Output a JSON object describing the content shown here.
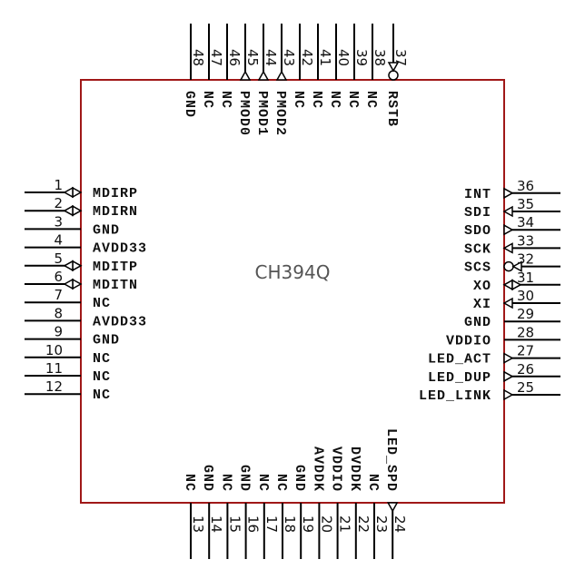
{
  "component": {
    "name": "CH394Q",
    "colors": {
      "body_outline": "#a01818",
      "pin": "#000000",
      "text": "#111111",
      "part_name": "#555555"
    }
  },
  "pins": {
    "left": [
      {
        "number": "1",
        "name": "MDIRP",
        "type": "bidirectional"
      },
      {
        "number": "2",
        "name": "MDIRN",
        "type": "bidirectional"
      },
      {
        "number": "3",
        "name": "GND",
        "type": "passive"
      },
      {
        "number": "4",
        "name": "AVDD33",
        "type": "passive"
      },
      {
        "number": "5",
        "name": "MDITP",
        "type": "bidirectional"
      },
      {
        "number": "6",
        "name": "MDITN",
        "type": "bidirectional"
      },
      {
        "number": "7",
        "name": "NC",
        "type": "passive"
      },
      {
        "number": "8",
        "name": "AVDD33",
        "type": "passive"
      },
      {
        "number": "9",
        "name": "GND",
        "type": "passive"
      },
      {
        "number": "10",
        "name": "NC",
        "type": "passive"
      },
      {
        "number": "11",
        "name": "NC",
        "type": "passive"
      },
      {
        "number": "12",
        "name": "NC",
        "type": "passive"
      }
    ],
    "bottom": [
      {
        "number": "13",
        "name": "NC",
        "type": "passive"
      },
      {
        "number": "14",
        "name": "GND",
        "type": "passive"
      },
      {
        "number": "15",
        "name": "NC",
        "type": "passive"
      },
      {
        "number": "16",
        "name": "GND",
        "type": "passive"
      },
      {
        "number": "17",
        "name": "NC",
        "type": "passive"
      },
      {
        "number": "18",
        "name": "NC",
        "type": "passive"
      },
      {
        "number": "19",
        "name": "GND",
        "type": "passive"
      },
      {
        "number": "20",
        "name": "AVDDK",
        "type": "passive"
      },
      {
        "number": "21",
        "name": "VDDIO",
        "type": "passive"
      },
      {
        "number": "22",
        "name": "DVDDK",
        "type": "passive"
      },
      {
        "number": "23",
        "name": "NC",
        "type": "passive"
      },
      {
        "number": "24",
        "name": "LED_SPD",
        "type": "output"
      }
    ],
    "right": [
      {
        "number": "25",
        "name": "LED_LINK",
        "type": "output"
      },
      {
        "number": "26",
        "name": "LED_DUP",
        "type": "output"
      },
      {
        "number": "27",
        "name": "LED_ACT",
        "type": "output"
      },
      {
        "number": "28",
        "name": "VDDIO",
        "type": "passive"
      },
      {
        "number": "29",
        "name": "GND",
        "type": "passive"
      },
      {
        "number": "30",
        "name": "XI",
        "type": "input"
      },
      {
        "number": "31",
        "name": "XO",
        "type": "bidirectional"
      },
      {
        "number": "32",
        "name": "SCS",
        "type": "input-inverted"
      },
      {
        "number": "33",
        "name": "SCK",
        "type": "input"
      },
      {
        "number": "34",
        "name": "SDO",
        "type": "output"
      },
      {
        "number": "35",
        "name": "SDI",
        "type": "input"
      },
      {
        "number": "36",
        "name": "INT",
        "type": "output"
      }
    ],
    "top": [
      {
        "number": "37",
        "name": "RSTB",
        "type": "input-inverted"
      },
      {
        "number": "38",
        "name": "NC",
        "type": "passive"
      },
      {
        "number": "39",
        "name": "NC",
        "type": "passive"
      },
      {
        "number": "40",
        "name": "NC",
        "type": "passive"
      },
      {
        "number": "41",
        "name": "NC",
        "type": "passive"
      },
      {
        "number": "42",
        "name": "NC",
        "type": "passive"
      },
      {
        "number": "43",
        "name": "PMOD2",
        "type": "output"
      },
      {
        "number": "44",
        "name": "PMOD1",
        "type": "output"
      },
      {
        "number": "45",
        "name": "PMOD0",
        "type": "output"
      },
      {
        "number": "46",
        "name": "NC",
        "type": "passive"
      },
      {
        "number": "47",
        "name": "NC",
        "type": "passive"
      },
      {
        "number": "48",
        "name": "GND",
        "type": "passive"
      }
    ]
  }
}
